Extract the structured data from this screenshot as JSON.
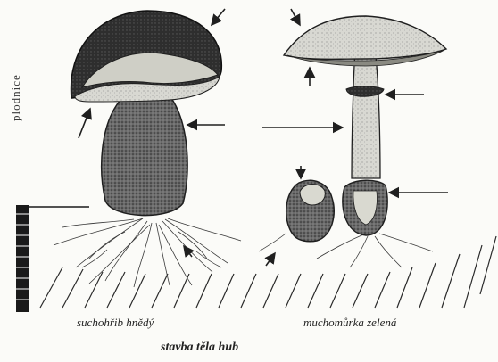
{
  "labels": {
    "side": "plodnice",
    "left_species": "suchohřib hnědý",
    "right_species": "muchomůrka zelená",
    "title": "stavba těla hub"
  },
  "colors": {
    "ink": "#1f1f1f",
    "cap_dark": "#3a3a3a",
    "paper": "#fbfbf8"
  }
}
